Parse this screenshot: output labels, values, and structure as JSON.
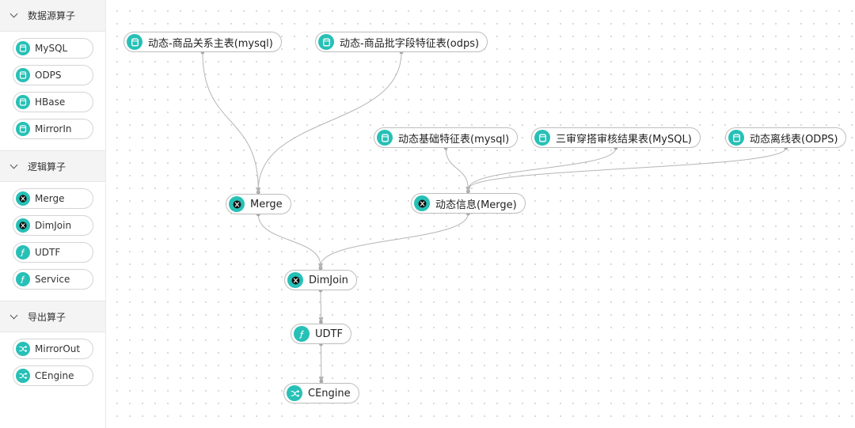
{
  "sidebar": {
    "sections": [
      {
        "title": "数据源算子",
        "items": [
          {
            "label": "MySQL",
            "icon": "database-icon"
          },
          {
            "label": "ODPS",
            "icon": "database-icon"
          },
          {
            "label": "HBase",
            "icon": "database-icon"
          },
          {
            "label": "MirrorIn",
            "icon": "database-icon"
          }
        ]
      },
      {
        "title": "逻辑算子",
        "items": [
          {
            "label": "Merge",
            "icon": "merge-icon"
          },
          {
            "label": "DimJoin",
            "icon": "merge-icon"
          },
          {
            "label": "UDTF",
            "icon": "function-icon"
          },
          {
            "label": "Service",
            "icon": "function-icon"
          }
        ]
      },
      {
        "title": "导出算子",
        "items": [
          {
            "label": "MirrorOut",
            "icon": "shuffle-icon"
          },
          {
            "label": "CEngine",
            "icon": "shuffle-icon"
          }
        ]
      }
    ]
  },
  "canvas": {
    "nodes": [
      {
        "id": "n1",
        "label": "动态-商品关系主表(mysql)",
        "icon": "database-icon"
      },
      {
        "id": "n2",
        "label": "动态-商品批字段特征表(odps)",
        "icon": "database-icon"
      },
      {
        "id": "n3",
        "label": "动态基础特征表(mysql)",
        "icon": "database-icon"
      },
      {
        "id": "n4",
        "label": "三审穿搭审核结果表(MySQL)",
        "icon": "database-icon"
      },
      {
        "id": "n5",
        "label": "动态离线表(ODPS)",
        "icon": "database-icon"
      },
      {
        "id": "n6",
        "label": "Merge",
        "icon": "merge-icon"
      },
      {
        "id": "n7",
        "label": "动态信息(Merge)",
        "icon": "merge-icon"
      },
      {
        "id": "n8",
        "label": "DimJoin",
        "icon": "merge-icon"
      },
      {
        "id": "n9",
        "label": "UDTF",
        "icon": "function-icon"
      },
      {
        "id": "n10",
        "label": "CEngine",
        "icon": "shuffle-icon"
      }
    ],
    "edges": [
      [
        "n1",
        "n6"
      ],
      [
        "n2",
        "n6"
      ],
      [
        "n3",
        "n7"
      ],
      [
        "n4",
        "n7"
      ],
      [
        "n5",
        "n7"
      ],
      [
        "n6",
        "n8"
      ],
      [
        "n7",
        "n8"
      ],
      [
        "n8",
        "n9"
      ],
      [
        "n9",
        "n10"
      ]
    ]
  },
  "colors": {
    "accent": "#27c0b6",
    "edge": "#b5b5b5",
    "border": "#bdbdbd"
  }
}
